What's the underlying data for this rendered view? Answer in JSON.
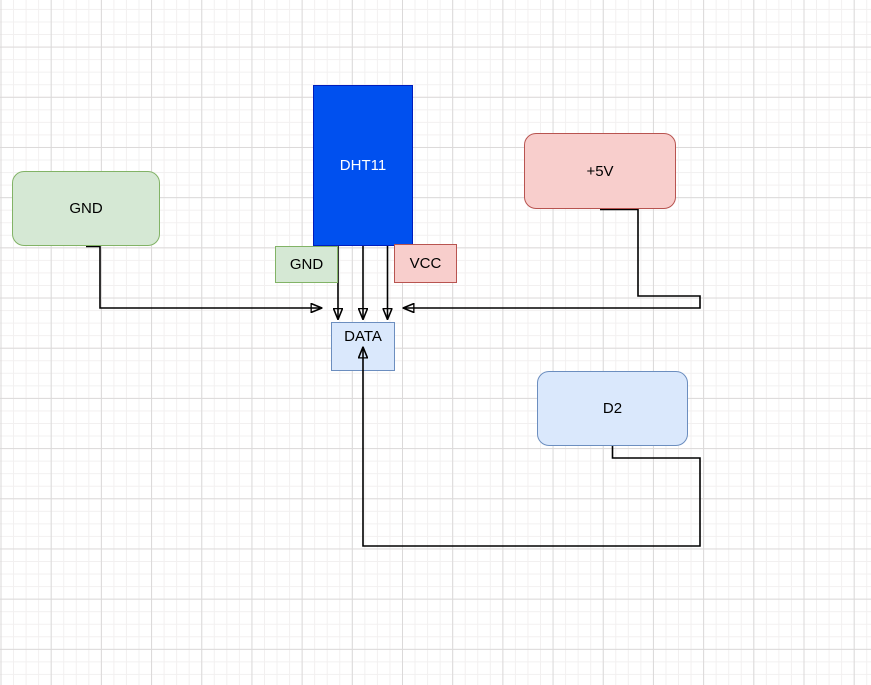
{
  "canvas": {
    "background": "#ffffff",
    "grid_minor_color": "#f2f0f0",
    "grid_major_color": "#dbd9d9"
  },
  "diagram": {
    "nodes": {
      "gnd_left": {
        "label": "GND",
        "fill": "#d5e8d4",
        "stroke": "#82b366",
        "text_color": "#000000",
        "shape": "rounded-rectangle"
      },
      "dht11": {
        "label": "DHT11",
        "fill": "#0050ef",
        "stroke": "#001dbc",
        "text_color": "#ffffff",
        "shape": "rectangle"
      },
      "plus_5v": {
        "label": "+5V",
        "fill": "#f8cecc",
        "stroke": "#b85450",
        "text_color": "#000000",
        "shape": "rounded-rectangle"
      },
      "gnd_pin": {
        "label": "GND",
        "fill": "#d5e8d4",
        "stroke": "#82b366",
        "text_color": "#000000",
        "shape": "rectangle"
      },
      "vcc_pin": {
        "label": "VCC",
        "fill": "#f8cecc",
        "stroke": "#b85450",
        "text_color": "#000000",
        "shape": "rectangle"
      },
      "data_pin": {
        "label": "DATA",
        "fill": "#dae8fc",
        "stroke": "#6c8ebf",
        "text_color": "#000000",
        "shape": "rectangle"
      },
      "d2": {
        "label": "D2",
        "fill": "#dae8fc",
        "stroke": "#6c8ebf",
        "text_color": "#000000",
        "shape": "rounded-rectangle"
      }
    },
    "wires": {
      "stroke_color": "#000000",
      "arrow_style": "filled-triangle",
      "connections": [
        {
          "from": "gnd_left",
          "to": "data_pin"
        },
        {
          "from": "plus_5v",
          "to": "data_pin"
        },
        {
          "from": "dht11 pin 1 (under GND label)",
          "to": "data_pin"
        },
        {
          "from": "dht11 pin 2",
          "to": "data_pin"
        },
        {
          "from": "dht11 pin 3 (beside VCC label)",
          "to": "data_pin"
        },
        {
          "from": "d2",
          "to": "data_pin"
        }
      ]
    }
  }
}
